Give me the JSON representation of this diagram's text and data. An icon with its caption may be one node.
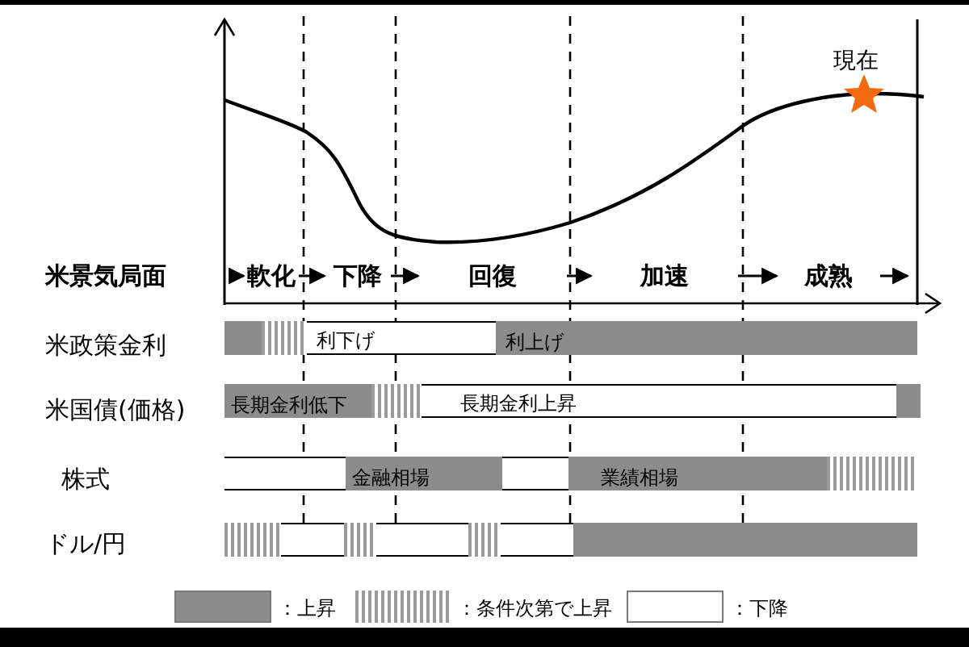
{
  "diagram": {
    "nodes": [
      {
        "text": [
          "軟化"
        ]
      },
      {
        "text": [
          "下降"
        ]
      },
      {
        "text": [
          "回復"
        ]
      },
      {
        "text": [
          "加速"
        ]
      },
      {
        "text": [
          "成熟"
        ]
      },
      {
        "text": [],
        "shape": "bar"
      },
      {
        "text": [],
        "shape": "bar"
      },
      {
        "text": [
          "利下げ"
        ]
      },
      {
        "text": [
          "利上げ"
        ]
      },
      {
        "text": [
          "長期金利低下"
        ]
      },
      {
        "text": [],
        "shape": "bar"
      },
      {
        "text": [
          "長期金利上昇"
        ]
      },
      {
        "text": [],
        "shape": "bar"
      },
      {
        "text": [],
        "shape": "bar"
      },
      {
        "text": [
          "金融相場"
        ]
      },
      {
        "text": [],
        "shape": "bar"
      },
      {
        "text": [
          "業績相場"
        ]
      },
      {
        "text": [],
        "shape": "bar"
      },
      {
        "text": [],
        "shape": "bar"
      },
      {
        "text": [],
        "shape": "bar"
      },
      {
        "text": [],
        "shape": "bar"
      },
      {
        "text": [],
        "shape": "bar"
      },
      {
        "text": [],
        "shape": "bar"
      },
      {
        "text": [],
        "shape": "bar"
      },
      {
        "text": [],
        "shape": "bar"
      }
    ],
    "edges": [
      {
        "from": null,
        "to": 0,
        "arrow": "to"
      },
      {
        "from": 0,
        "to": 1,
        "arrow": "to"
      },
      {
        "from": 1,
        "to": 2,
        "arrow": "to"
      },
      {
        "from": 2,
        "to": 3,
        "arrow": "to"
      },
      {
        "from": 3,
        "to": 4,
        "arrow": "to"
      },
      {
        "from": 4,
        "to": null,
        "arrow": "to"
      }
    ],
    "labels": [
      "現在",
      "米景気局面",
      "米政策金利",
      "米国債(価格)",
      "株式",
      "ドル/円"
    ],
    "legend": [
      {
        "text": "：上昇",
        "color": "#8c8c8c"
      },
      {
        "text": "：条件次第で上昇"
      },
      {
        "text": "：下降",
        "color": "#ffffff"
      }
    ]
  }
}
